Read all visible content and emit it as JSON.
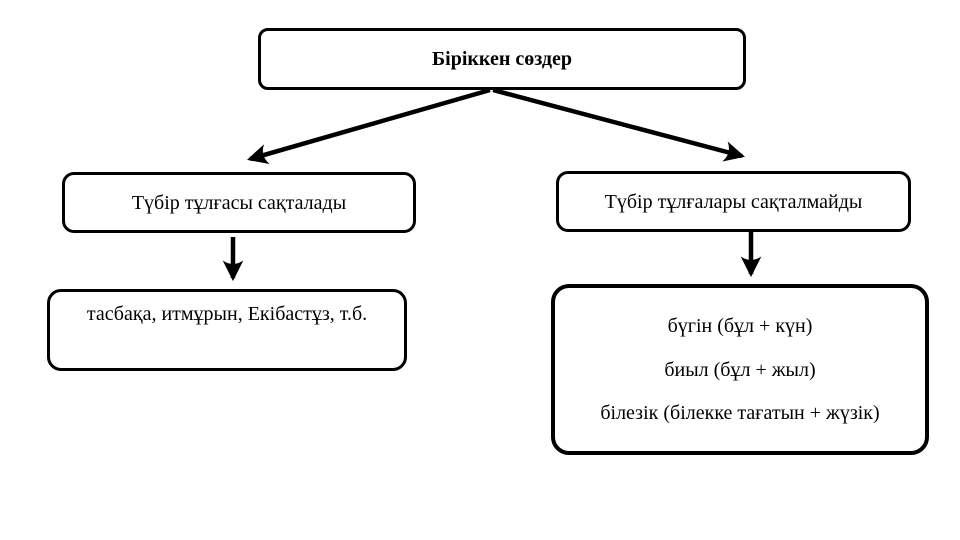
{
  "diagram": {
    "title_box": {
      "label": "Біріккен сөздер"
    },
    "left_branch": {
      "label": "Түбір тұлғасы сақталады",
      "examples": "тасбақа, итмұрын, Екібастұз, т.б."
    },
    "right_branch": {
      "label": "Түбір тұлғалары сақталмайды",
      "examples": [
        "бүгін (бұл + күн)",
        "биыл (бұл + жыл)",
        "білезік (білекке тағатын + жүзік)"
      ]
    },
    "colors": {
      "border": "#000000",
      "text": "#000000",
      "background": "#ffffff"
    }
  }
}
